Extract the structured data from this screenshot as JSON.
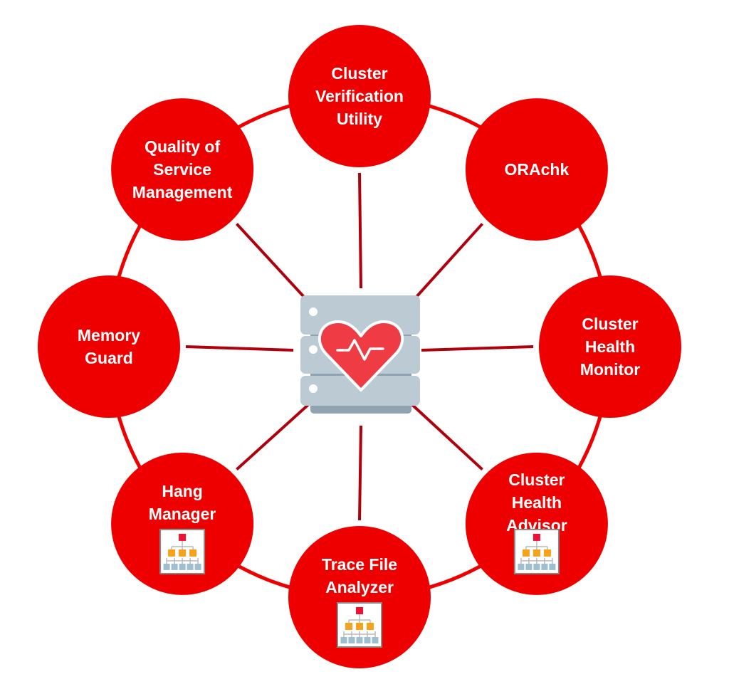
{
  "center": {
    "icon": "server-heart-monitor-icon"
  },
  "colors": {
    "node": "#ee0000",
    "ring": "#ee0000",
    "spoke": "#b0000c",
    "server": "#bccbd3",
    "heart": "#ee3b44"
  },
  "nodes": [
    {
      "id": "cvu",
      "lines": [
        "Cluster",
        "Verification",
        "Utility"
      ],
      "has_hierarchy_icon": false
    },
    {
      "id": "orachk",
      "lines": [
        "ORAchk"
      ],
      "has_hierarchy_icon": false
    },
    {
      "id": "chm",
      "lines": [
        "Cluster",
        "Health",
        "Monitor"
      ],
      "has_hierarchy_icon": false
    },
    {
      "id": "cha",
      "lines": [
        "Cluster",
        "Health",
        "Advisor"
      ],
      "has_hierarchy_icon": true
    },
    {
      "id": "tfa",
      "lines": [
        "Trace File",
        "Analyzer"
      ],
      "has_hierarchy_icon": true
    },
    {
      "id": "hang",
      "lines": [
        "Hang",
        "Manager"
      ],
      "has_hierarchy_icon": true
    },
    {
      "id": "memguard",
      "lines": [
        "Memory",
        "Guard"
      ],
      "has_hierarchy_icon": false
    },
    {
      "id": "qos",
      "lines": [
        "Quality of",
        "Service",
        "Management"
      ],
      "has_hierarchy_icon": false
    }
  ]
}
